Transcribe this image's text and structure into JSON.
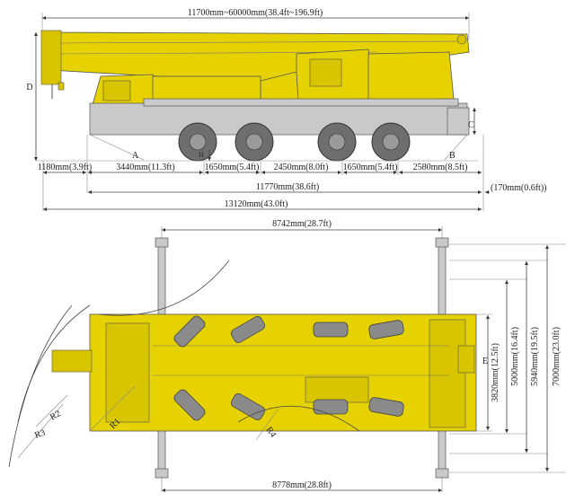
{
  "side_view": {
    "boom_length": "11700mm~60000mm(38.4ft~196.9ft)",
    "labels": {
      "D": "D",
      "C": "C",
      "A": "A",
      "B": "B",
      "H": "H"
    },
    "dimensions": [
      "1180mm(3.9ft)",
      "3440mm(11.3ft)",
      "1650mm(5.4ft)",
      "2450mm(8.0ft)",
      "1650mm(5.4ft)",
      "2580mm(8.5ft)"
    ],
    "overall_axle": "11770mm(38.6ft)",
    "rear_overhang": "(170mm(0.6ft))",
    "overall_length": "13120mm(43.0ft)"
  },
  "top_view": {
    "front_outrigger_span": "8742mm(28.7ft)",
    "rear_outrigger_span": "8778mm(28.8ft)",
    "widths": [
      "3820mm(12.5ft)",
      "5000mm(16.4ft)",
      "5940mm(19.5ft)",
      "7000mm(23.0ft)"
    ],
    "labels": {
      "E": "E",
      "R1": "R1",
      "R2": "R2",
      "R3": "R3",
      "R4": "R4"
    }
  },
  "colors": {
    "crane_yellow": "#e6d200",
    "chassis_gray": "#c9c9c9"
  }
}
